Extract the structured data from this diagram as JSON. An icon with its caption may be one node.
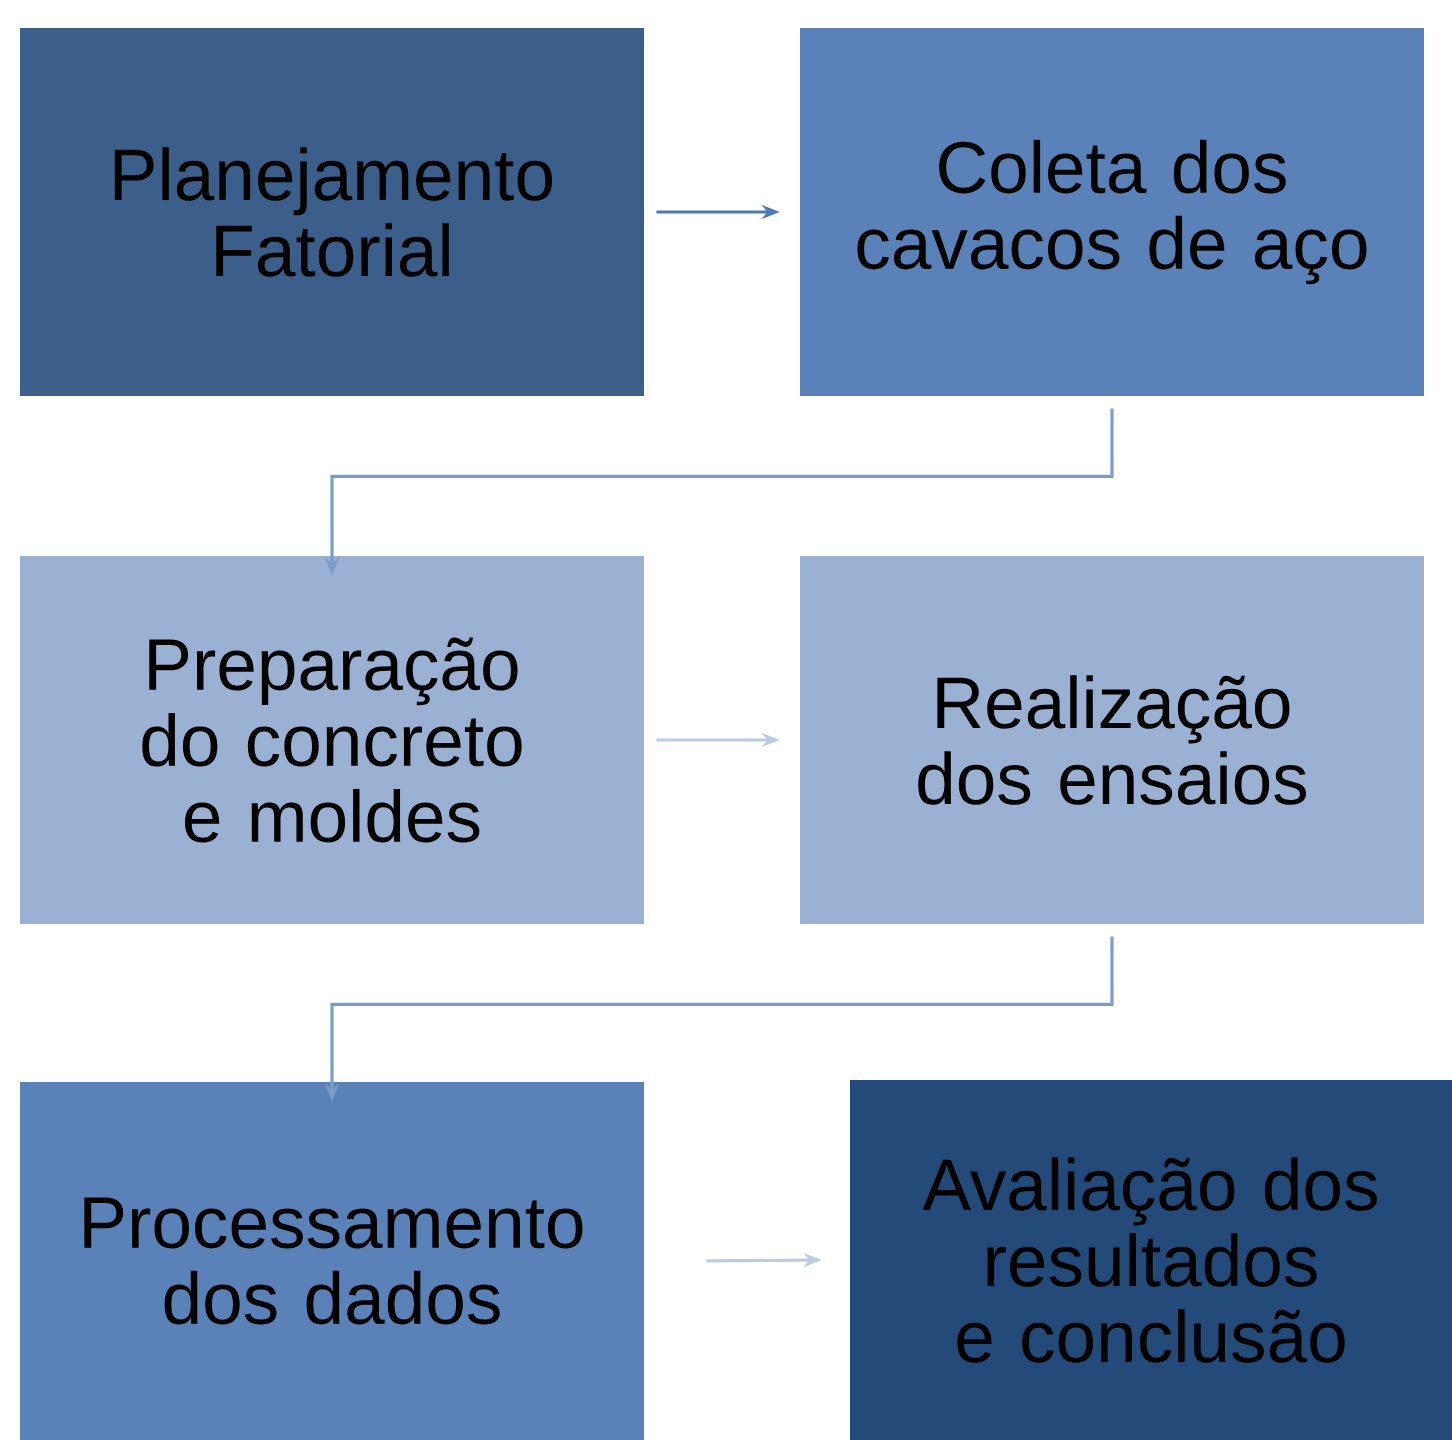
{
  "diagram": {
    "nodes": [
      {
        "text": [
          "Planejamento Fatorial"
        ]
      },
      {
        "text": [
          "Coleta dos cavacos de aço"
        ]
      },
      {
        "text": [
          "Preparação do concreto e moldes"
        ]
      },
      {
        "text": [
          "Realização dos ensaios"
        ]
      },
      {
        "text": [
          "Processamento dos dados"
        ]
      },
      {
        "text": [
          "Avaliação dos resultados e conclusão"
        ]
      }
    ],
    "edges": [
      {
        "from": 0,
        "to": 1,
        "arrow": "to",
        "color": "#4f79b4"
      },
      {
        "from": 1,
        "to": 2,
        "arrow": "to",
        "color": "#7b9bcb"
      },
      {
        "from": 2,
        "to": 3,
        "arrow": "to",
        "color": "#bccbe4"
      },
      {
        "from": 3,
        "to": 4,
        "arrow": "to",
        "color": "#7b9bcb"
      },
      {
        "from": 4,
        "to": 5,
        "arrow": "to",
        "color": "#bccbe4"
      }
    ]
  }
}
